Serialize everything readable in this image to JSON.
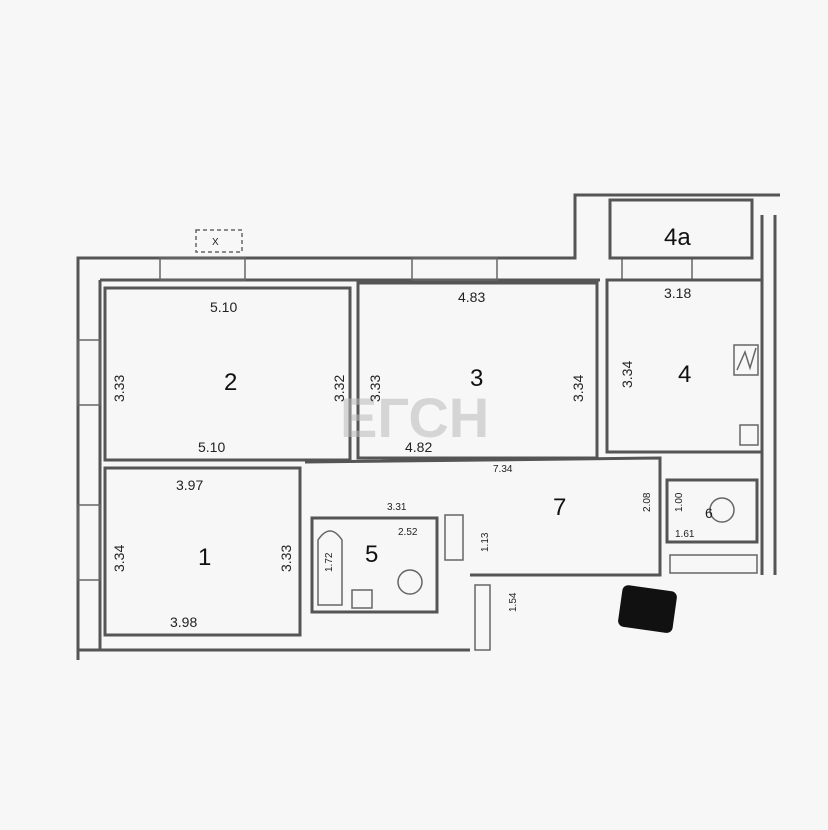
{
  "watermark": "ЕГСН",
  "rooms": [
    {
      "number": "1",
      "dims": [
        "3.97",
        "3.34",
        "3.33",
        "3.98"
      ]
    },
    {
      "number": "2",
      "dims": [
        "5.10",
        "3.33",
        "3.32",
        "5.10"
      ]
    },
    {
      "number": "3",
      "dims": [
        "4.83",
        "3.33",
        "3.34",
        "4.82"
      ]
    },
    {
      "number": "4",
      "dims": [
        "3.18",
        "3.34"
      ]
    },
    {
      "number": "4a",
      "dims": []
    },
    {
      "number": "5",
      "dims": [
        "3.31",
        "2.52",
        "1.72"
      ]
    },
    {
      "number": "6",
      "dims": [
        "1.00",
        "1.61"
      ]
    },
    {
      "number": "7",
      "dims": [
        "7.34",
        "1.13",
        "2.08",
        "1.54"
      ]
    }
  ]
}
